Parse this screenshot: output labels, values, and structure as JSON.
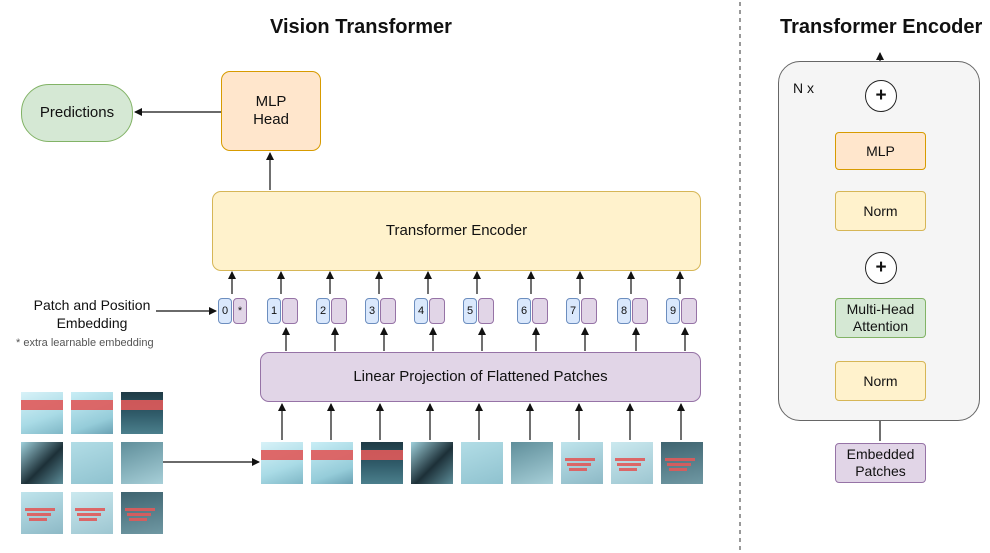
{
  "vit": {
    "title": "Vision Transformer",
    "predictions": "Predictions",
    "mlp_head": [
      "MLP",
      "Head"
    ],
    "encoder": "Transformer Encoder",
    "embedding_label": [
      "Patch and Position",
      "Embedding"
    ],
    "extra_note": "* extra learnable embedding",
    "tokens": [
      "0",
      "1",
      "2",
      "3",
      "4",
      "5",
      "6",
      "7",
      "8",
      "9"
    ],
    "extra_token_symbol": "*",
    "projection": "Linear Projection of Flattened Patches",
    "patch_count": 9
  },
  "encoder_block": {
    "title": "Transformer Encoder",
    "repeat": "N x",
    "plus": "+",
    "mlp": "MLP",
    "norm": "Norm",
    "attention": [
      "Multi-Head",
      "Attention"
    ],
    "embedded": [
      "Embedded",
      "Patches"
    ]
  },
  "colors": {
    "green_fill": "#d5e8d4",
    "green_stroke": "#82b366",
    "orange_fill": "#ffe6cc",
    "orange_stroke": "#d79b00",
    "yellow_fill": "#fff2cc",
    "yellow_stroke": "#d6b656",
    "purple_fill": "#e1d5e7",
    "purple_stroke": "#9673a6",
    "blue_fill": "#dae8fc",
    "blue_stroke": "#6c8ebf",
    "panel_fill": "#f5f5f5",
    "panel_stroke": "#666666"
  }
}
